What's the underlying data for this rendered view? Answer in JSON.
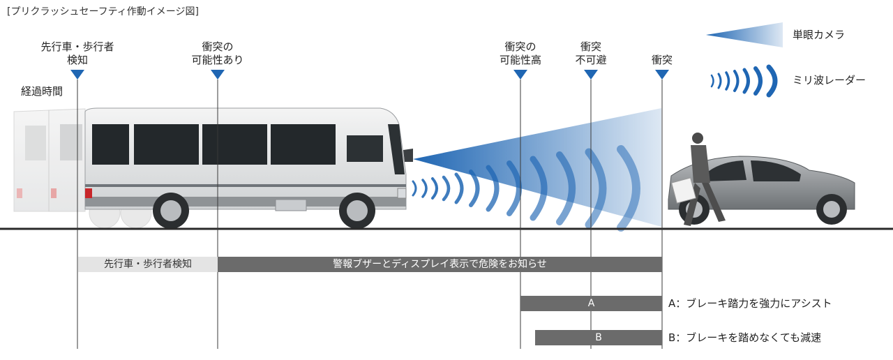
{
  "title": "[プリクラッシュセーフティ作動イメージ図]",
  "elapsed_time_label": "経過時間",
  "stages": [
    {
      "line1": "先行車・歩行者",
      "line2": "検知"
    },
    {
      "line1": "衝突の",
      "line2": "可能性あり"
    },
    {
      "line1": "衝突の",
      "line2": "可能性高"
    },
    {
      "line1": "衝突",
      "line2": "不可避"
    },
    {
      "line1": "衝突",
      "line2": ""
    }
  ],
  "legend": {
    "camera": "単眼カメラ",
    "radar": "ミリ波レーダー"
  },
  "bars": {
    "detection": "先行車・歩行者検知",
    "warning": "警報ブザーとディスプレイ表示で危険をお知らせ",
    "a_label": "A",
    "b_label": "B"
  },
  "notes": {
    "a": "A：ブレーキ踏力を強力にアシスト",
    "b": "B：ブレーキを踏めなくても減速"
  },
  "colors": {
    "marker_blue": "#1f66b3",
    "beam_blue": "#2a6fc0",
    "bar_gray": "#6b6b6b",
    "bar_light": "#e4e4e4"
  }
}
